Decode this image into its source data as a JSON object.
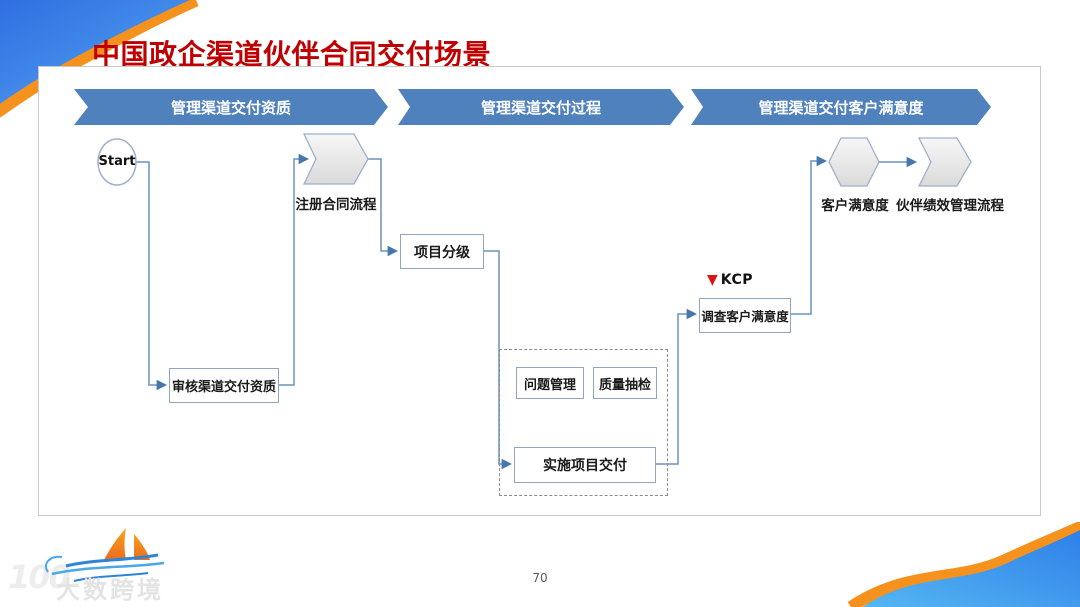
{
  "slide": {
    "title": "中国政企渠道伙伴合同交付场景",
    "page_number": "70",
    "logo_text": "大数跨境",
    "logo_watermark": "100"
  },
  "colors": {
    "title_red": "#C00000",
    "banner_blue": "#4F81BD",
    "connector_blue": "#6C92C1",
    "arrow_blue": "#4577AC",
    "shape_border": "#9DB0CC",
    "kcp_red": "#DD1414",
    "decoration_orange": "#F5921E",
    "decoration_blue": "#3D84E6"
  },
  "flowchart": {
    "lanes": [
      {
        "label": "管理渠道交付资质"
      },
      {
        "label": "管理渠道交付过程"
      },
      {
        "label": "管理渠道交付客户满意度"
      }
    ],
    "nodes": {
      "start": "Start",
      "register_contract": "注册合同流程",
      "project_grading": "项目分级",
      "review_qualification": "审核渠道交付资质",
      "issue_management": "问题管理",
      "quality_sampling": "质量抽检",
      "implement_delivery": "实施项目交付",
      "survey_satisfaction": "调查客户满意度",
      "customer_satisfaction": "客户满意度",
      "partner_performance": "伙伴绩效管理流程",
      "kcp_icon": "▼",
      "kcp_label": "KCP"
    },
    "edges": [
      {
        "from": "Start",
        "to": "审核渠道交付资质"
      },
      {
        "from": "审核渠道交付资质",
        "to": "注册合同流程"
      },
      {
        "from": "注册合同流程",
        "to": "项目分级"
      },
      {
        "from": "项目分级",
        "to": "实施项目交付"
      },
      {
        "from": "实施项目交付",
        "to": "调查客户满意度"
      },
      {
        "from": "调查客户满意度",
        "to": "客户满意度"
      },
      {
        "from": "客户满意度",
        "to": "伙伴绩效管理流程"
      }
    ]
  }
}
